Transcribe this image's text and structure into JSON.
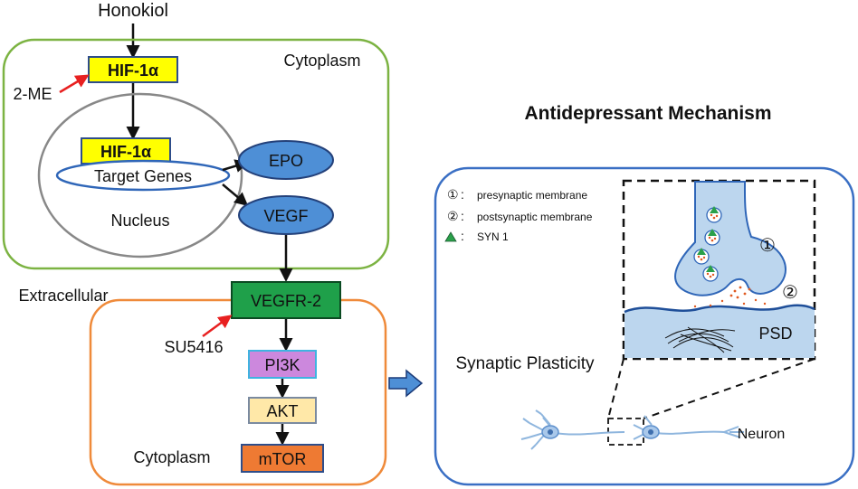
{
  "title": "Antidepressant Mechanism",
  "left": {
    "top_label": "Honokiol",
    "cytoplasm_top_label": "Cytoplasm",
    "hif_cyto": "HIF-1α",
    "inhibitor_top": "2-ME",
    "hif_nuc": "HIF-1α",
    "target_genes": "Target Genes",
    "nucleus_label": "Nucleus",
    "epo": "EPO",
    "vegf": "VEGF",
    "extracellular_label": "Extracellular",
    "vegfr2": "VEGFR-2",
    "inhibitor_bottom": "SU5416",
    "pi3k": "PI3K",
    "akt": "AKT",
    "mtor": "mTOR",
    "cytoplasm_bottom_label": "Cytoplasm"
  },
  "right": {
    "legend": {
      "item1_marker": "①",
      "item1_text": "presynaptic membrane",
      "item2_marker": "②",
      "item2_text": "postsynaptic membrane",
      "item3_text": "SYN 1",
      "sep": ":"
    },
    "marker1": "①",
    "marker2": "②",
    "psd": "PSD",
    "synaptic_plasticity": "Synaptic Plasticity",
    "neuron": "Neuron"
  },
  "colors": {
    "green_border": "#7cb342",
    "orange_border": "#ef8a3a",
    "blue_border": "#3a6fc4",
    "yellow": "#ffff00",
    "blue_node": "#4e8fd6",
    "green_node": "#1fa04a",
    "purple_node": "#cc88dd",
    "beige_node": "#ffe8a8",
    "orange_node": "#ee7a33",
    "membrane_fill": "#bcd6ee",
    "red_arrow": "#e82020"
  }
}
